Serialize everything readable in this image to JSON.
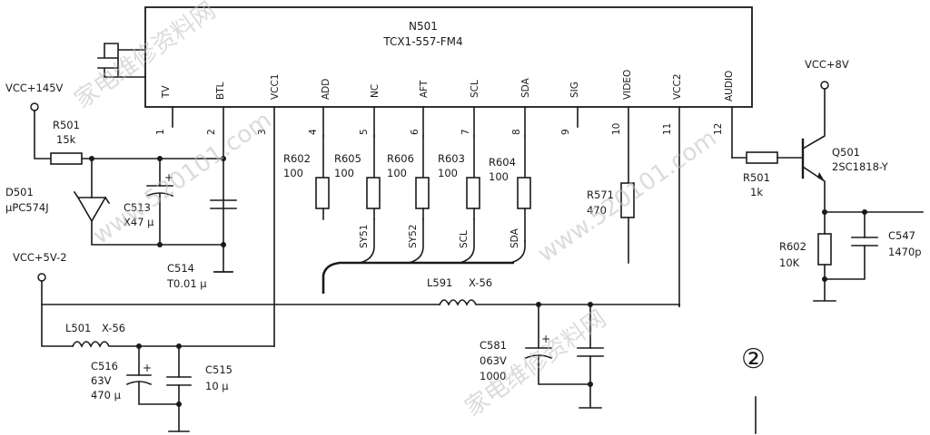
{
  "ic": {
    "ref": "N501",
    "part": "TCX1-557-FM4",
    "pins": [
      {
        "num": "1",
        "name": "TV"
      },
      {
        "num": "2",
        "name": "BTL"
      },
      {
        "num": "3",
        "name": "VCC1"
      },
      {
        "num": "4",
        "name": "ADD"
      },
      {
        "num": "5",
        "name": "NC"
      },
      {
        "num": "6",
        "name": "AFT"
      },
      {
        "num": "7",
        "name": "SCL"
      },
      {
        "num": "8",
        "name": "SDA"
      },
      {
        "num": "9",
        "name": "SIG"
      },
      {
        "num": "10",
        "name": "VIDEO"
      },
      {
        "num": "11",
        "name": "VCC2"
      },
      {
        "num": "12",
        "name": "AUDIO"
      }
    ]
  },
  "supplies": {
    "vcc145": "VCC+145V",
    "vcc5": "VCC+5V-2",
    "vcc8": "VCC+8V"
  },
  "components": {
    "r501a": {
      "ref": "R501",
      "val": "15k"
    },
    "d501": {
      "ref": "D501",
      "val": "μPC574J"
    },
    "c513": {
      "ref": "C513",
      "val": "X47 μ"
    },
    "c514": {
      "ref": "C514",
      "val": "T0.01 μ"
    },
    "r602a": {
      "ref": "R602",
      "val": "100"
    },
    "r605": {
      "ref": "R605",
      "val": "100"
    },
    "r606": {
      "ref": "R606",
      "val": "100"
    },
    "r603": {
      "ref": "R603",
      "val": "100"
    },
    "r604": {
      "ref": "R604",
      "val": "100"
    },
    "r571": {
      "ref": "R571",
      "val": "470"
    },
    "r501b": {
      "ref": "R501",
      "val": "1k"
    },
    "q501": {
      "ref": "Q501",
      "val": "2SC1818-Y"
    },
    "r602b": {
      "ref": "R602",
      "val": "10K"
    },
    "c547": {
      "ref": "C547",
      "val": "1470p"
    },
    "l501": {
      "ref": "L501",
      "val": "X-56"
    },
    "c516": {
      "ref": "C516",
      "val1": "63V",
      "val2": "470 μ"
    },
    "c515": {
      "ref": "C515",
      "val": "10 μ"
    },
    "l591": {
      "ref": "L591",
      "val": "X-56"
    },
    "c581": {
      "ref": "C581",
      "val1": "063V",
      "val2": "1000"
    }
  },
  "bus_labels": [
    "SY51",
    "SY52",
    "SCL",
    "SDA"
  ],
  "figure_number": "②",
  "watermark": {
    "url": "www.520101.com",
    "cn": "家电维修资料网"
  }
}
